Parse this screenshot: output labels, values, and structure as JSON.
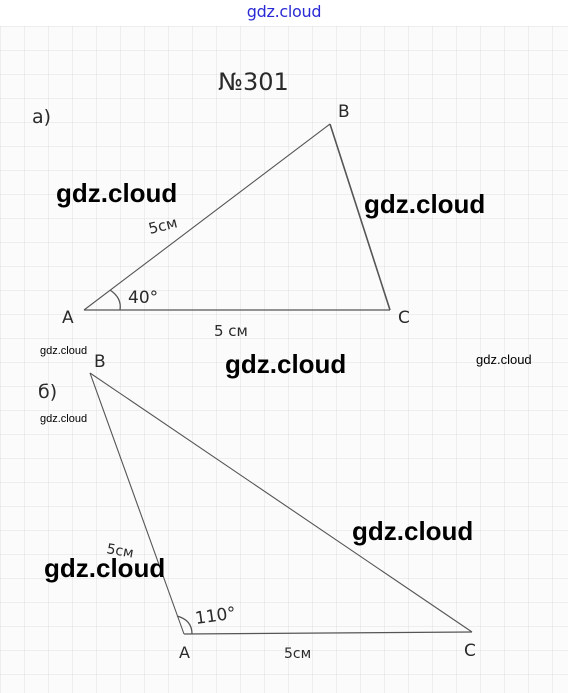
{
  "site_header": "gdz.cloud",
  "problem_number": "№301",
  "watermarks": [
    "gdz.cloud",
    "gdz.cloud",
    "gdz.cloud",
    "gdz.cloud",
    "gdz.cloud",
    "gdz.cloud",
    "gdz.cloud"
  ],
  "part_a": {
    "label": "а)",
    "vertices": {
      "A": "A",
      "B": "B",
      "C": "C"
    },
    "side_ab": "5см",
    "side_ac": "5 см",
    "angle_a": "40°"
  },
  "part_b": {
    "label": "б)",
    "vertices": {
      "A": "A",
      "B": "B",
      "C": "C"
    },
    "side_ab": "5см",
    "side_ac": "5см",
    "angle_a": "110°"
  },
  "colors": {
    "ink": "#2a2a2a",
    "header_link": "#2b2bd6",
    "watermark": "#000000"
  }
}
